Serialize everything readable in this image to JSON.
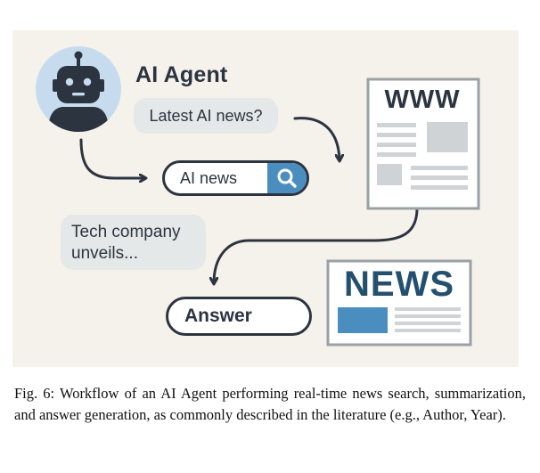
{
  "diagram": {
    "agent_title": "AI Agent",
    "query_bubble": "Latest AI news?",
    "search_text": "AI news",
    "summary_line1": "Tech company",
    "summary_line2": "unveils...",
    "answer_label": "Answer",
    "www_label": "WWW",
    "news_label": "NEWS",
    "icons": [
      "robot-icon",
      "search-icon",
      "webpage-icon",
      "newspaper-icon"
    ],
    "colors": {
      "panel": "#f5f2ec",
      "dark": "#2c3440",
      "accent_blue": "#4a8ebf",
      "avatar_bg": "#c6dcee",
      "bubble": "#e5e8e8",
      "news_text": "#24506e"
    }
  },
  "caption": {
    "text": "Fig. 6: Workflow of an AI Agent performing real-time news search, summarization, and answer generation, as commonly described in the literature (e.g., Author, Year)."
  }
}
